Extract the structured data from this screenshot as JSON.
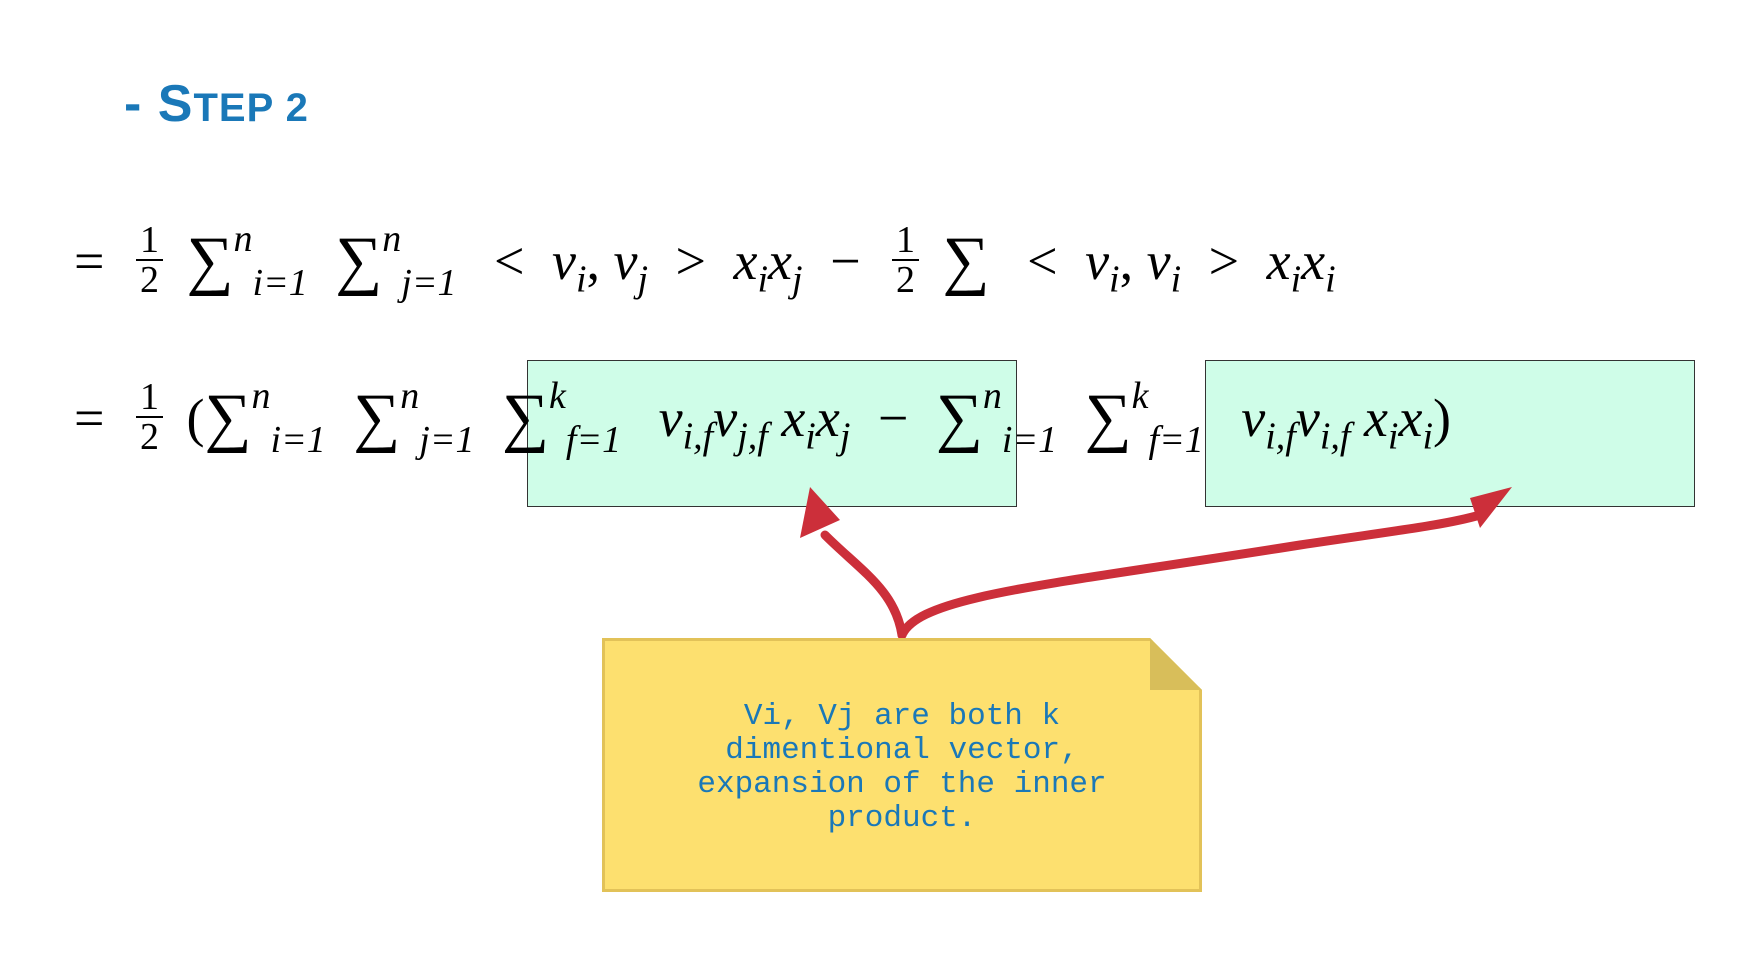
{
  "slide": {
    "title_dash": "- ",
    "title_first": "S",
    "title_rest": "TEP 2"
  },
  "equation_line_1": {
    "lead": "=",
    "frac_num": "1",
    "frac_den": "2",
    "sum_sym": "∑",
    "sum1_sup": "n",
    "sum1_sub": "i=1",
    "sum2_sup": "n",
    "sum2_sub": "j=1",
    "inner_open": "<",
    "v_i": "v",
    "v_i_sub": "i",
    "comma": ",",
    "v_j": "v",
    "v_j_sub": "j",
    "inner_close": ">",
    "x_i": "x",
    "x_i_sub": "i",
    "x_j": "x",
    "x_j_sub": "j",
    "minus": "−",
    "frac2_num": "1",
    "frac2_den": "2",
    "sum3": "∑",
    "inner2_open": "<",
    "v2_i_sub": "i",
    "v2_i2_sub": "i",
    "inner2_close": ">",
    "x2_i_sub": "i",
    "x2_i2_sub": "i"
  },
  "equation_line_2": {
    "lead": "=",
    "frac_num": "1",
    "frac_den": "2",
    "paren_open": "(",
    "sum1_sup": "n",
    "sum1_sub": "i=1",
    "sum2_sup": "n",
    "sum2_sub": "j=1",
    "sumf_sup": "k",
    "sumf_sub": "f=1",
    "term1": "v",
    "term1_sub": "i,f",
    "term2": "v",
    "term2_sub": "j,f",
    "x1": "x",
    "x1_sub": "i",
    "x2": "x",
    "x2_sub": "j",
    "minus": "−",
    "sum3_sup": "n",
    "sum3_sub": "i=1",
    "sumf2_sup": "k",
    "sumf2_sub": "f=1",
    "term3_sub": "i,f",
    "term4_sub": "i,f",
    "x3_sub": "i",
    "x4_sub": "i",
    "paren_close": ")"
  },
  "note": {
    "text": "Vi, Vj are both k\ndimentional vector,\nexpansion of the inner\nproduct."
  },
  "colors": {
    "title": "#1a78b8",
    "highlight": "#cffde8",
    "note_bg": "#fde06f",
    "arrow": "#cc2f3a"
  }
}
